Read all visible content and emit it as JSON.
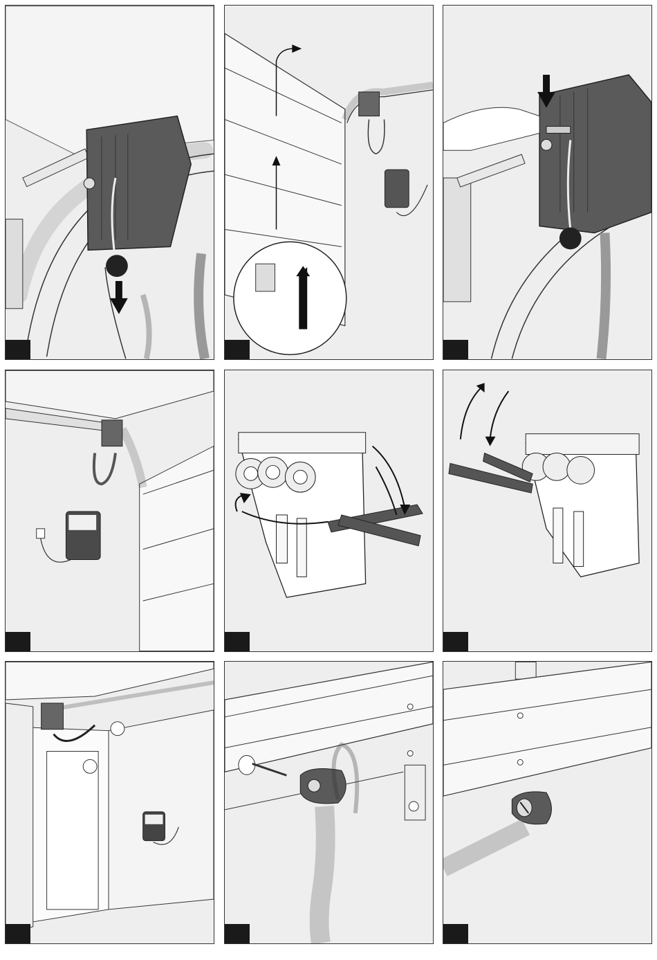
{
  "page": {
    "panels": [
      {
        "id": "step-1",
        "step_number": "",
        "illustration": "pull-release-knob-down-icon"
      },
      {
        "id": "step-2",
        "step_number": "",
        "illustration": "lift-door-open-icon"
      },
      {
        "id": "step-3",
        "step_number": "",
        "illustration": "press-lever-engage-icon"
      },
      {
        "id": "step-4",
        "step_number": "",
        "illustration": "drive-unit-plugged-in-icon"
      },
      {
        "id": "step-5",
        "step_number": "",
        "illustration": "tighten-nut-with-wrenches-icon"
      },
      {
        "id": "step-6",
        "step_number": "",
        "illustration": "loosen-nut-with-wrenches-icon"
      },
      {
        "id": "step-7",
        "step_number": "",
        "illustration": "garage-overview-icon"
      },
      {
        "id": "step-8",
        "step_number": "",
        "illustration": "cable-clamp-screw-icon"
      },
      {
        "id": "step-9",
        "step_number": "",
        "illustration": "cable-clamp-mounted-icon"
      }
    ],
    "colors": {
      "panel_bg": "#eeeeee",
      "ink": "#222222",
      "dark_unit": "#5a5a5a",
      "marker": "#1a1a1a"
    }
  }
}
